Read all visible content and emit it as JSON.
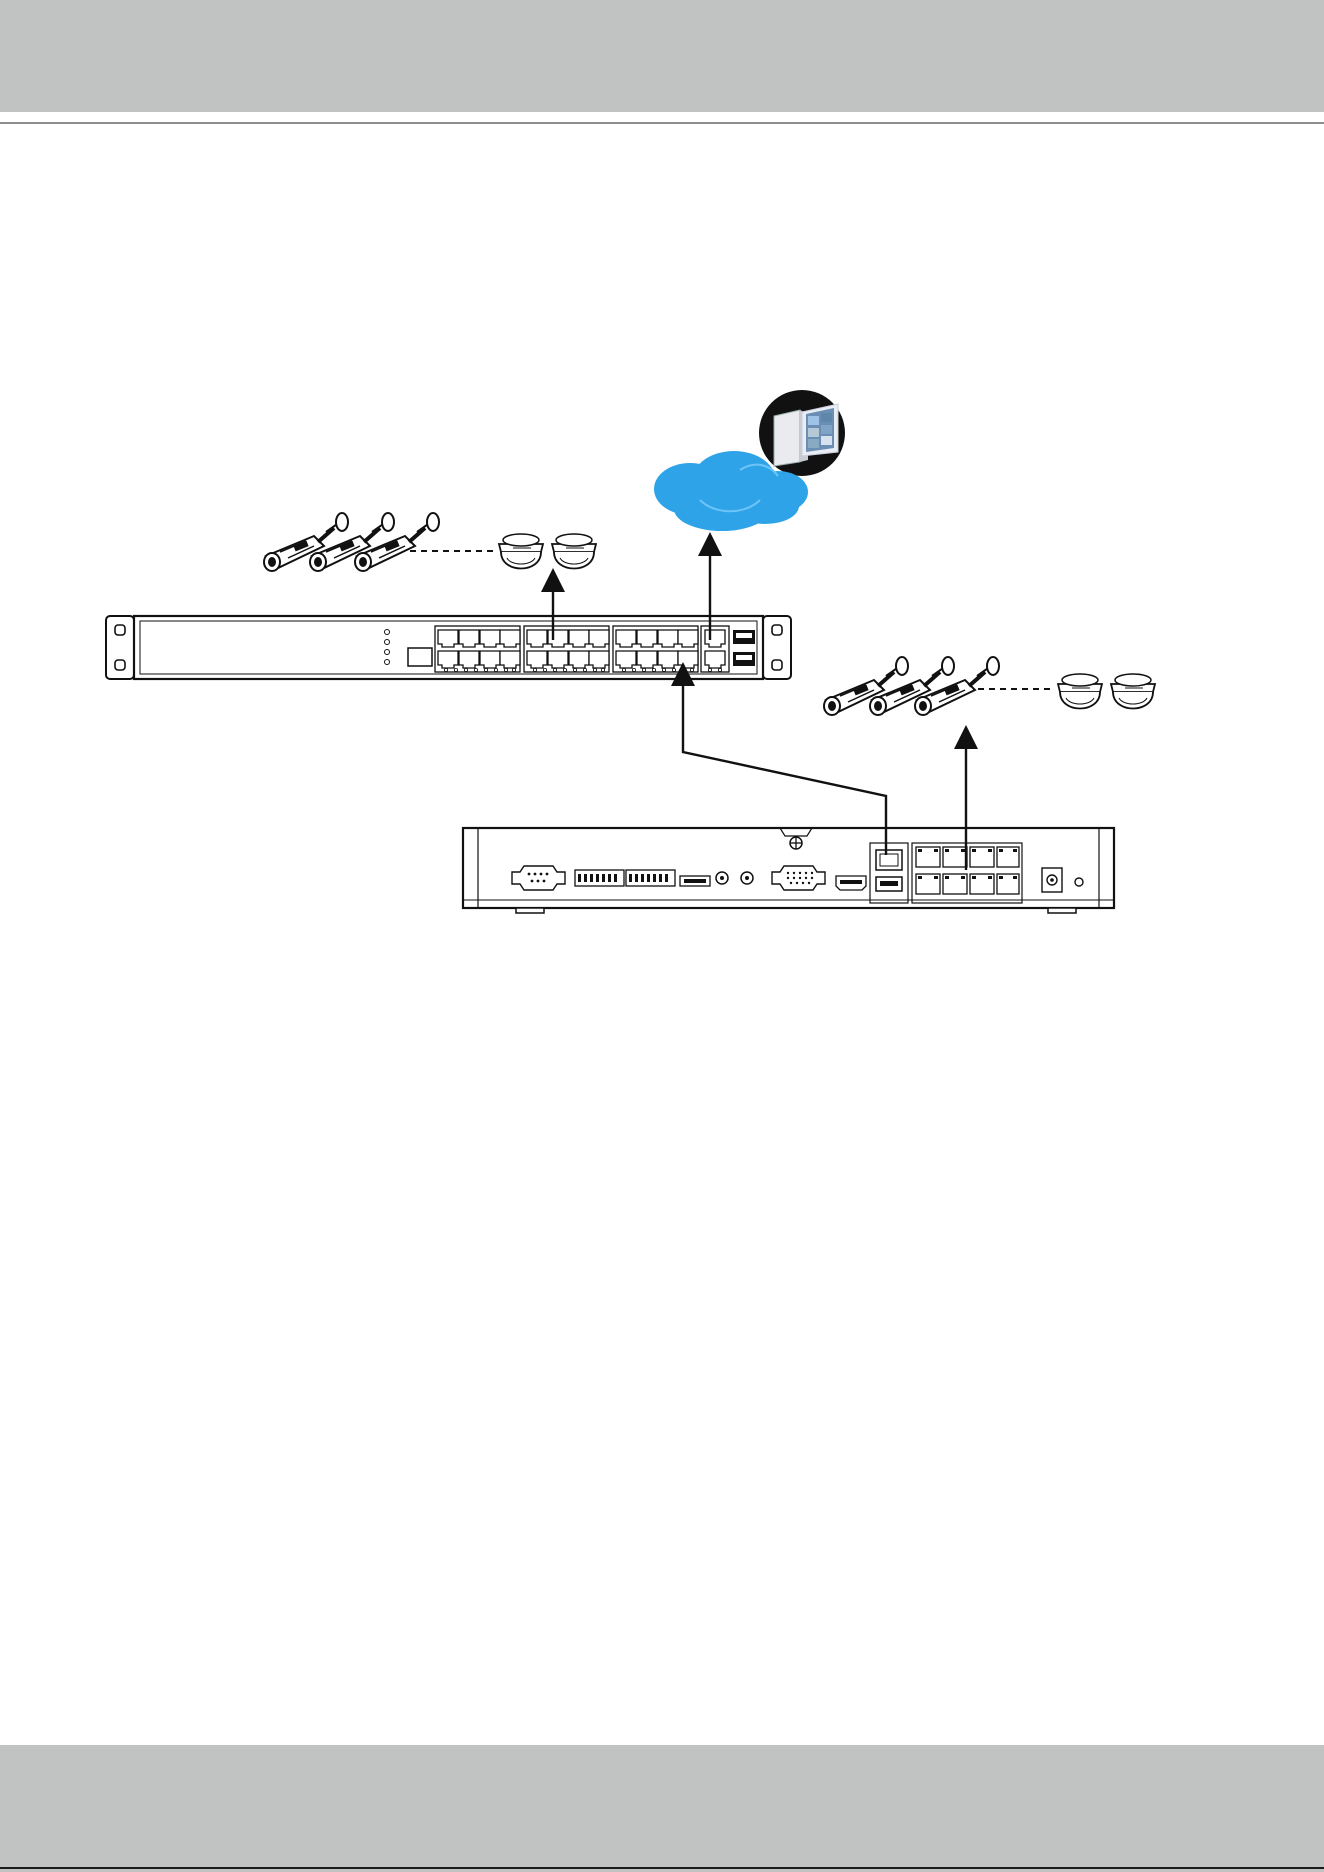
{
  "page": {
    "band_color": "#c1c3c2",
    "rule_color": "#8c8e8d",
    "footer_rule_color": "#1a1a1a"
  },
  "diagram": {
    "line_color": "#111111",
    "cloud_color": "#2fa3e8",
    "nodes": [
      {
        "id": "remote-workstation",
        "kind": "computer-icon"
      },
      {
        "id": "internet-cloud",
        "kind": "cloud-icon"
      },
      {
        "id": "poe-switch",
        "kind": "network-switch-icon"
      },
      {
        "id": "nvr",
        "kind": "nvr-rear-panel-icon"
      },
      {
        "id": "camera-group-switch",
        "kind": "ip-camera-group-icon"
      },
      {
        "id": "camera-group-nvr",
        "kind": "ip-camera-group-icon"
      }
    ],
    "links": [
      {
        "from": "poe-switch",
        "to": "internet-cloud",
        "style": "arrow"
      },
      {
        "from": "poe-switch",
        "to": "camera-group-switch",
        "style": "arrow"
      },
      {
        "from": "nvr",
        "to": "poe-switch",
        "style": "arrow"
      },
      {
        "from": "nvr",
        "to": "camera-group-nvr",
        "style": "arrow"
      }
    ]
  }
}
